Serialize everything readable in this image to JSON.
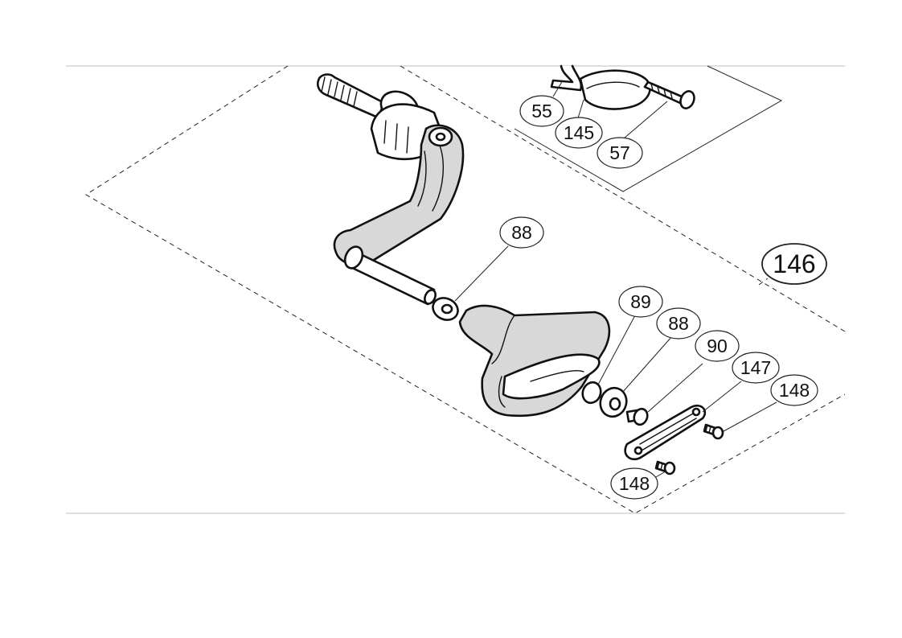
{
  "callouts": {
    "c55": "55",
    "c145": "145",
    "c57": "57",
    "c88a": "88",
    "c146": "146",
    "c89": "89",
    "c88b": "88",
    "c90": "90",
    "c147": "147",
    "c148a": "148",
    "c148b": "148"
  }
}
